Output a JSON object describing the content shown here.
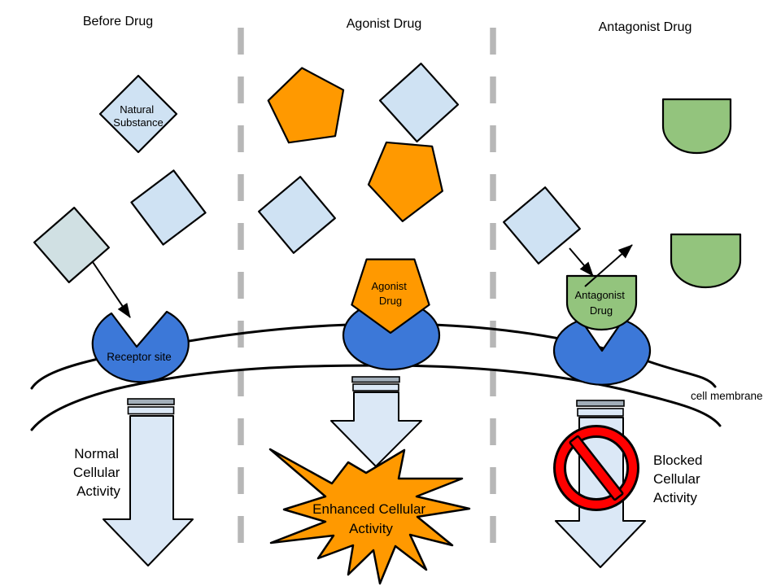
{
  "diagram": {
    "panel_titles": {
      "before": "Before Drug",
      "agonist": "Agonist Drug",
      "antagonist": "Antagonist Drug"
    },
    "natural_substance": {
      "line1": "Natural",
      "line2": "Substance"
    },
    "receptor": {
      "label": "Receptor site"
    },
    "agonist_drug": {
      "line1": "Agonist",
      "line2": "Drug"
    },
    "antagonist_drug": {
      "line1": "Antagonist",
      "line2": "Drug"
    },
    "normal_activity": {
      "line1": "Normal",
      "line2": "Cellular",
      "line3": "Activity"
    },
    "enhanced_activity": {
      "line1": "Enhanced Cellular",
      "line2": "Activity"
    },
    "blocked_activity": {
      "line1": "Blocked",
      "line2": "Cellular",
      "line3": "Activity"
    },
    "membrane_label": "cell membrane",
    "colors": {
      "diamond_light_blue": "#cfe2f3",
      "diamond_gray_green": "#d0e0e3",
      "drug_orange": "#ff9900",
      "antagonist_green": "#93c47d",
      "receptor_blue": "#3c78d8",
      "arrow_light_blue": "#dbe8f6",
      "band_gray": "#a2aeb9",
      "divider_gray": "#b7b7b7",
      "blocked_red": "#ff0000",
      "outline_black": "#000000"
    }
  }
}
